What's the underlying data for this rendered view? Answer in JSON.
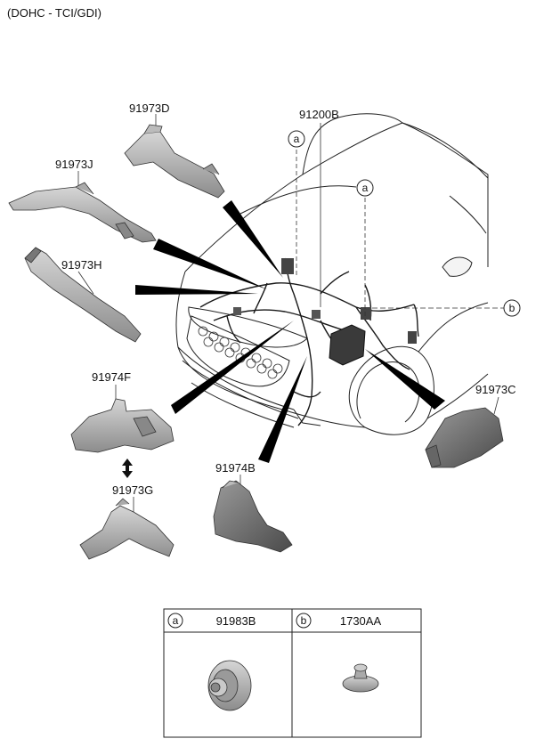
{
  "header": {
    "engine_label": "(DOHC - TCI/GDI)"
  },
  "parts": {
    "main_harness": "91200B",
    "p91973D": "91973D",
    "p91973J": "91973J",
    "p91973H": "91973H",
    "p91974F": "91974F",
    "p91973G": "91973G",
    "p91974B": "91974B",
    "p91973C": "91973C"
  },
  "callouts": {
    "a": "a",
    "b": "b"
  },
  "legend": {
    "cells": [
      {
        "marker": "a",
        "part_no": "91983B"
      },
      {
        "marker": "b",
        "part_no": "1730AA"
      }
    ]
  }
}
